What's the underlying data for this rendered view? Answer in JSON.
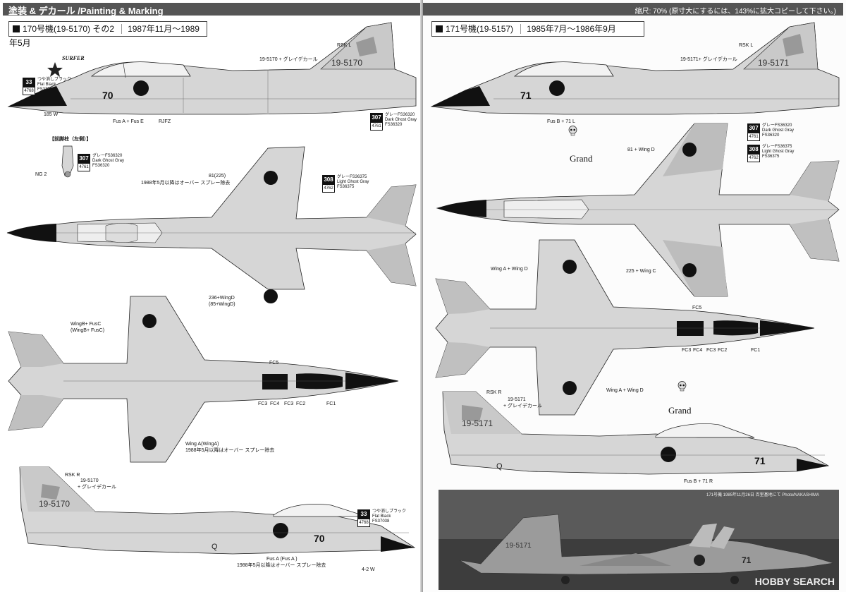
{
  "left": {
    "header": "塗装 & デカール /Painting & Marking",
    "section": {
      "title": "170号機(19-5170) その2",
      "date": "1987年11月～1989年5月"
    },
    "callout_nose_gear": "【前脚柱（左側）】",
    "surfer_logo": "SURFER",
    "colors": {
      "c33": {
        "num": "33",
        "jp": "つや消しブラック",
        "en": "Flat Black",
        "fs": "FS37038",
        "code": "4768"
      },
      "c307": {
        "num": "307",
        "jp": "グレーFS36320",
        "en": "Dark Ghost Gray",
        "fs": "FS36320",
        "code": "4761"
      },
      "c308": {
        "num": "308",
        "jp": "グレーFS36375",
        "en": "Light Ghost Gray",
        "fs": "FS36375",
        "code": "4762"
      }
    },
    "labels": {
      "rsk_l": "RSK L",
      "serial_decal": "19-5170 + グレイデカール",
      "w185": "185 W",
      "fus_ae": "Fus A + Fus E",
      "rjfz": "RJFZ",
      "ng2": "NG 2",
      "r81": "81(225)",
      "r81_note": "1988年5月以降はオーバー スプレー除去",
      "wingd": "236+WingD",
      "wingd2": "(85+WingD)",
      "wingb1": "WingB+ FusC",
      "wingb2": "(WingB+ FusC)",
      "fc5": "FC5",
      "fc3": "FC3",
      "fc4": "FC4",
      "fc3b": "FC3",
      "fc2": "FC2",
      "fc1": "FC1",
      "winga": "Wing A(WingA)",
      "winga_note": "1988年5月以降はオーバー スプレー除去",
      "rsk_r": "RSK R",
      "serial_r1": "19-5170",
      "serial_r2": "+ グレイデカール",
      "fusa": "Fus A (Fus A )",
      "fusa_note": "1988年5月以降はオーバー スプレー除去",
      "w42": "4-2 W"
    },
    "plane_text": {
      "tail_serial": "19-5170",
      "tail_serial_r": "19-5170",
      "nose_no": "70",
      "nose_no_r": "70",
      "q": "Q"
    }
  },
  "right": {
    "header_note": "縮尺: 70% (原寸大にするには、143%に拡大コピーして下さい。)",
    "section": {
      "title": "171号機(19-5157)",
      "date": "1985年7月～1986年9月"
    },
    "colors": {
      "c307": {
        "num": "307",
        "jp": "グレーFS36320",
        "en": "Dark Ghost Gray",
        "fs": "FS36320",
        "code": "4761"
      },
      "c308": {
        "num": "308",
        "jp": "グレーFS36375",
        "en": "Light Ghost Gray",
        "fs": "FS36375",
        "code": "4762"
      }
    },
    "labels": {
      "rsk_l": "RSK L",
      "serial_decal": "19-5171+ グレイデカール",
      "fus_b71l": "Fus B + 71 L",
      "r81wingd": "81 + Wing D",
      "r225wingc": "225 + Wing C",
      "wingad": "Wing A + Wing D",
      "fc5": "FC5",
      "fc3": "FC3",
      "fc4": "FC4",
      "fc3b": "FC3",
      "fc2": "FC2",
      "fc1": "FC1",
      "wingad2": "Wing A + Wing D",
      "rsk_r": "RSK R",
      "serial_r1": "19-5171",
      "serial_r2": "+ グレイデカール",
      "fus_b71r": "Fus B + 71 R"
    },
    "grand1": "Grand",
    "grand2": "Grand",
    "plane_text": {
      "tail_serial": "19-5171",
      "tail_serial_r": "19-5171",
      "nose_no": "71",
      "nose_no_r": "71",
      "q": "Q",
      "photo_serial": "19-5171",
      "photo_no": "71"
    },
    "photo_caption": "171号機 1985年11月26日 百里基地にて Photo/NAKASHIMA",
    "watermark": "HOBBY SEARCH"
  }
}
